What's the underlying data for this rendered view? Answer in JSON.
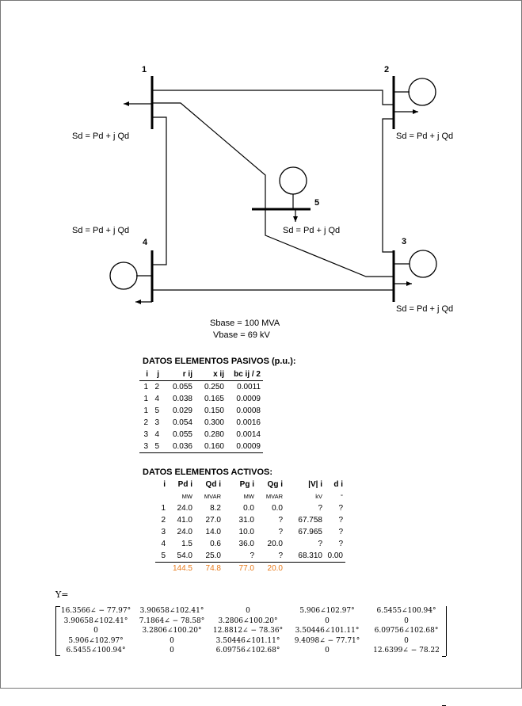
{
  "diagram": {
    "buses": [
      "1",
      "2",
      "3",
      "4",
      "5"
    ],
    "load_label": "Sd = Pd + j Qd",
    "sbase": "Sbase = 100 MVA",
    "vbase": "Vbase = 69 kV"
  },
  "pasivos": {
    "title": "DATOS ELEMENTOS PASIVOS (p.u.):",
    "headers": [
      "i",
      "j",
      "r ij",
      "x ij",
      "bc ij / 2"
    ],
    "rows": [
      [
        "1",
        "2",
        "0.055",
        "0.250",
        "0.0011"
      ],
      [
        "1",
        "4",
        "0.038",
        "0.165",
        "0.0009"
      ],
      [
        "1",
        "5",
        "0.029",
        "0.150",
        "0.0008"
      ],
      [
        "2",
        "3",
        "0.054",
        "0.300",
        "0.0016"
      ],
      [
        "3",
        "4",
        "0.055",
        "0.280",
        "0.0014"
      ],
      [
        "3",
        "5",
        "0.036",
        "0.160",
        "0.0009"
      ]
    ]
  },
  "activos": {
    "title": "DATOS ELEMENTOS ACTIVOS:",
    "headers": [
      "i",
      "Pd i",
      "Qd i",
      "Pg i",
      "Qg i",
      "|V| i",
      "d i"
    ],
    "units": [
      "",
      "MW",
      "MVAR",
      "MW",
      "MVAR",
      "kV",
      "°"
    ],
    "rows": [
      [
        "1",
        "24.0",
        "8.2",
        "0.0",
        "0.0",
        "?",
        "?"
      ],
      [
        "2",
        "41.0",
        "27.0",
        "31.0",
        "?",
        "67.758",
        "?"
      ],
      [
        "3",
        "24.0",
        "14.0",
        "10.0",
        "?",
        "67.965",
        "?"
      ],
      [
        "4",
        "1.5",
        "0.6",
        "36.0",
        "20.0",
        "?",
        "?"
      ],
      [
        "5",
        "54.0",
        "25.0",
        "?",
        "?",
        "68.310",
        "0.00"
      ]
    ],
    "totals": [
      "",
      "144.5",
      "74.8",
      "77.0",
      "20.0",
      "",
      ""
    ],
    "total_color": "#e87a1a"
  },
  "ybus": {
    "label": "Y=",
    "rows": [
      [
        "16.3566∠ − 77.97°",
        "3.90658∠102.41°",
        "0",
        "5.906∠102.97°",
        "6.5455∠100.94°"
      ],
      [
        "3.90658∠102.41°",
        "7.1864∠ − 78.58°",
        "3.2806∠100.20°",
        "0",
        "0"
      ],
      [
        "0",
        "3.2806∠100.20°",
        "12.8812∠ − 78.36°",
        "3.50446∠101.11°",
        "6.09756∠102.68°"
      ],
      [
        "5.906∠102.97°",
        "0",
        "3.50446∠101.11°",
        "9.4098∠ − 77.71°",
        "0"
      ],
      [
        "6.5455∠100.94°",
        "0",
        "6.09756∠102.68°",
        "0",
        "12.6399∠ − 78.22"
      ]
    ]
  }
}
